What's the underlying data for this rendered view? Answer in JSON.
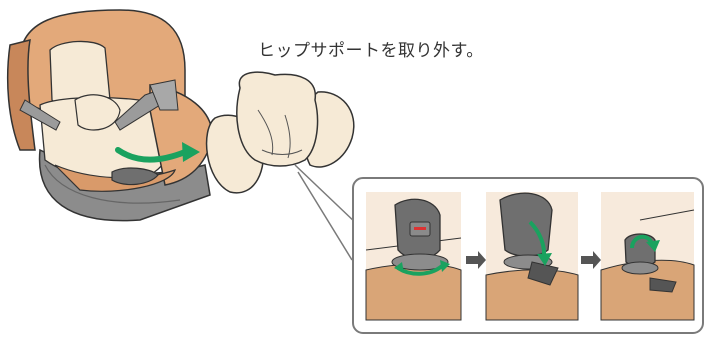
{
  "caption": "ヒップサポートを取り外す。",
  "colors": {
    "seat_tan": "#e3a97a",
    "seat_dark": "#c8875a",
    "cushion_cream": "#f6ead6",
    "base_gray": "#8c8c8c",
    "buckle_gray": "#6f6f6f",
    "arrow_green": "#1aa25f",
    "step_arrow": "#555555",
    "panel_border": "#7a7a7a",
    "step_bg": "#f7eadc"
  },
  "icons": [
    "car-seat-illustration",
    "hip-support-cushion",
    "green-curved-arrow",
    "step-arrow-icon",
    "buckle-release-illustration"
  ]
}
